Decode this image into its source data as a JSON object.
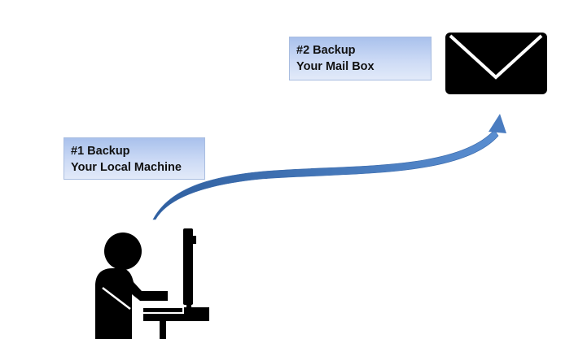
{
  "backup_local": {
    "line1": "#1 Backup",
    "line2": "Your Local Machine"
  },
  "backup_mail": {
    "line1": "#2 Backup",
    "line2": "Your Mail Box"
  },
  "colors": {
    "arrow": "#4a7cc0",
    "box_fill_top": "#a9c1ec",
    "box_fill_bottom": "#e2eaf9",
    "icon": "#000000"
  },
  "icons": {
    "person": "person-at-computer-icon",
    "mail": "envelope-icon"
  }
}
